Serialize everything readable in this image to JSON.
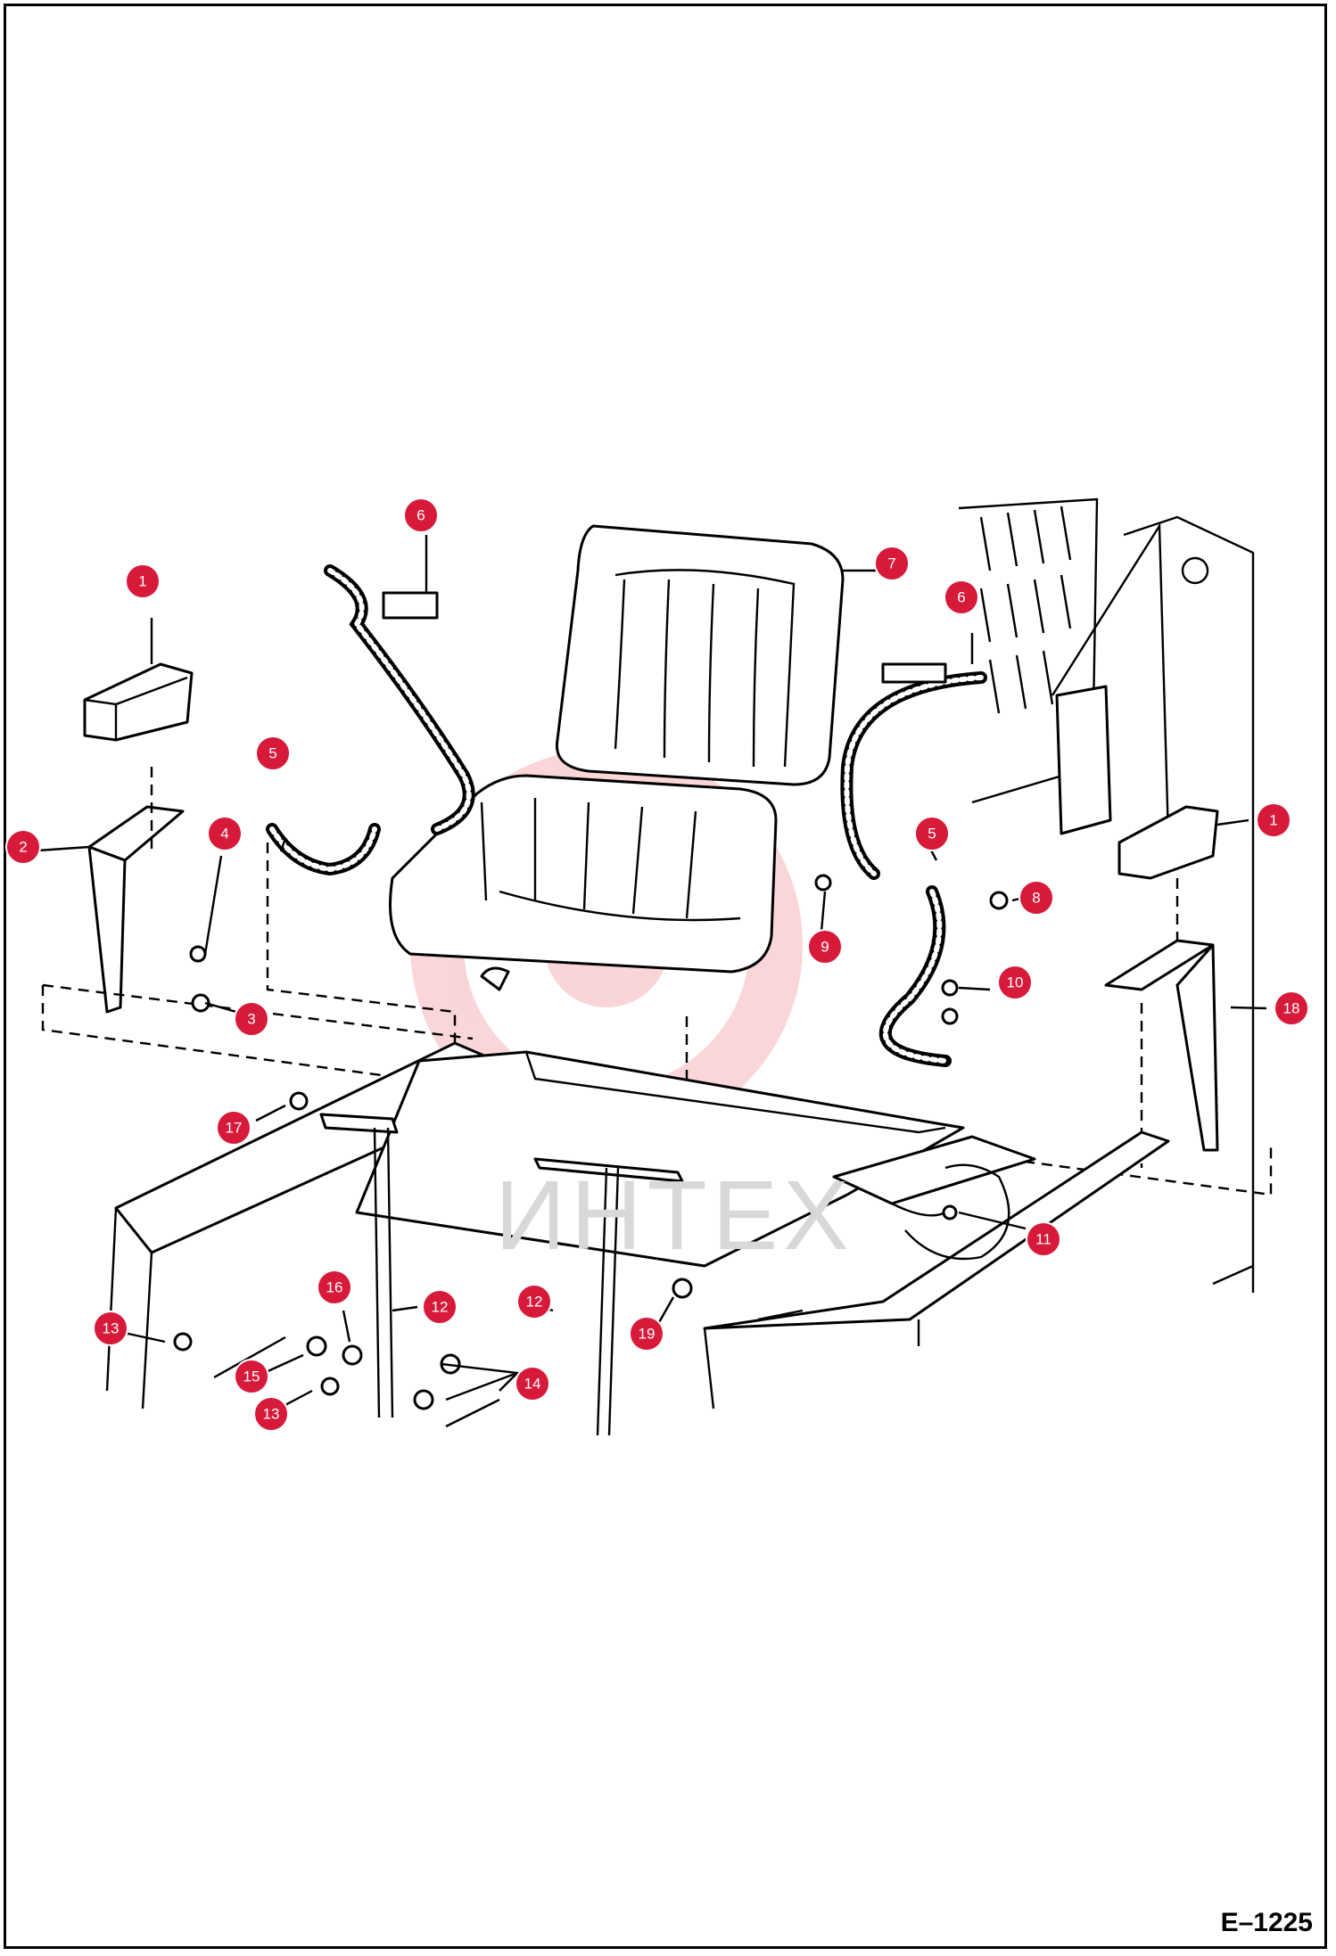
{
  "watermark": "ИНТЕХ",
  "figure_code": "E–1225",
  "callouts": [
    {
      "id": "c1a",
      "label": "1"
    },
    {
      "id": "c1b",
      "label": "1"
    },
    {
      "id": "c2",
      "label": "2"
    },
    {
      "id": "c3",
      "label": "3"
    },
    {
      "id": "c4",
      "label": "4"
    },
    {
      "id": "c5a",
      "label": "5"
    },
    {
      "id": "c5b",
      "label": "5"
    },
    {
      "id": "c6a",
      "label": "6"
    },
    {
      "id": "c6b",
      "label": "6"
    },
    {
      "id": "c7",
      "label": "7"
    },
    {
      "id": "c8",
      "label": "8"
    },
    {
      "id": "c9",
      "label": "9"
    },
    {
      "id": "c10",
      "label": "10"
    },
    {
      "id": "c11",
      "label": "11"
    },
    {
      "id": "c12a",
      "label": "12"
    },
    {
      "id": "c12b",
      "label": "12"
    },
    {
      "id": "c13a",
      "label": "13"
    },
    {
      "id": "c13b",
      "label": "13"
    },
    {
      "id": "c14",
      "label": "14"
    },
    {
      "id": "c15",
      "label": "15"
    },
    {
      "id": "c16",
      "label": "16"
    },
    {
      "id": "c17",
      "label": "17"
    },
    {
      "id": "c18",
      "label": "18"
    },
    {
      "id": "c19",
      "label": "19"
    }
  ],
  "colors": {
    "callout": "#d7193a",
    "watermark": "#f3c7c9"
  }
}
